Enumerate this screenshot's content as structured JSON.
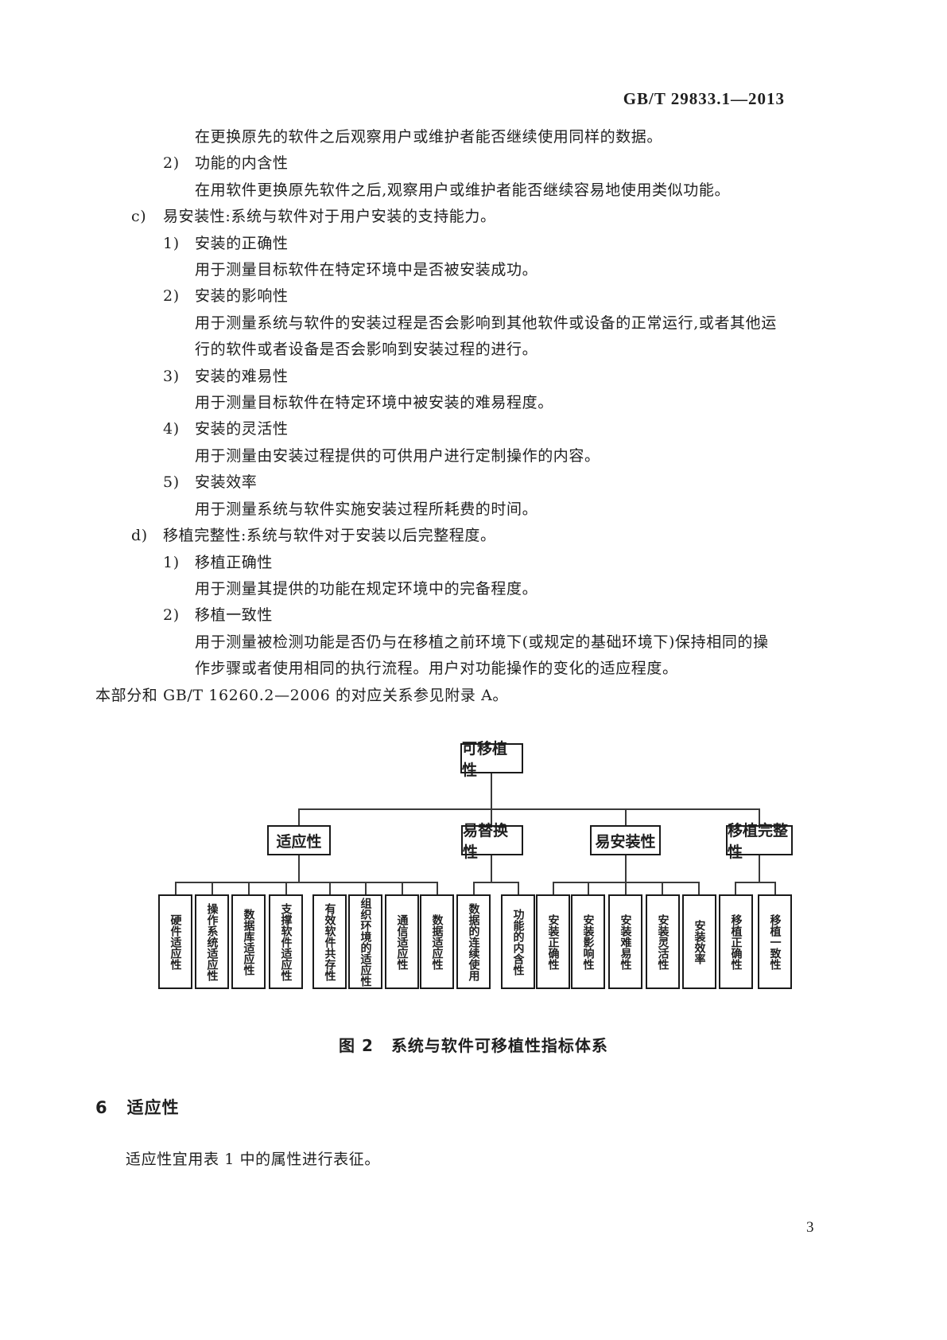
{
  "header": {
    "standard_number": "GB/T 29833.1—2013"
  },
  "body": {
    "lines": [
      {
        "marker": "",
        "text": "在更换原先的软件之后观察用户或维护者能否继续使用同样的数据。"
      },
      {
        "marker": "2)",
        "text": "功能的内含性"
      },
      {
        "marker": "",
        "text": "在用软件更换原先软件之后,观察用户或维护者能否继续容易地使用类似功能。"
      },
      {
        "marker": "c)",
        "text": "易安装性:系统与软件对于用户安装的支持能力。"
      },
      {
        "marker": "1)",
        "text": "安装的正确性"
      },
      {
        "marker": "",
        "text": "用于测量目标软件在特定环境中是否被安装成功。"
      },
      {
        "marker": "2)",
        "text": "安装的影响性"
      },
      {
        "marker": "",
        "text": "用于测量系统与软件的安装过程是否会影响到其他软件或设备的正常运行,或者其他运"
      },
      {
        "marker": "",
        "text": "行的软件或者设备是否会影响到安装过程的进行。"
      },
      {
        "marker": "3)",
        "text": "安装的难易性"
      },
      {
        "marker": "",
        "text": "用于测量目标软件在特定环境中被安装的难易程度。"
      },
      {
        "marker": "4)",
        "text": "安装的灵活性"
      },
      {
        "marker": "",
        "text": "用于测量由安装过程提供的可供用户进行定制操作的内容。"
      },
      {
        "marker": "5)",
        "text": "安装效率"
      },
      {
        "marker": "",
        "text": "用于测量系统与软件实施安装过程所耗费的时间。"
      },
      {
        "marker": "d)",
        "text": "移植完整性:系统与软件对于安装以后完整程度。"
      },
      {
        "marker": "1)",
        "text": "移植正确性"
      },
      {
        "marker": "",
        "text": "用于测量其提供的功能在规定环境中的完备程度。"
      },
      {
        "marker": "2)",
        "text": "移植一致性"
      },
      {
        "marker": "",
        "text": "用于测量被检测功能是否仍与在移植之前环境下(或规定的基础环境下)保持相同的操"
      },
      {
        "marker": "",
        "text": "作步骤或者使用相同的执行流程。用户对功能操作的变化的适应程度。"
      },
      {
        "marker": "",
        "text": "本部分和 GB/T 16260.2—2006 的对应关系参见附录 A。"
      }
    ]
  },
  "diagram": {
    "root": {
      "label": "可移植性"
    },
    "groups": [
      {
        "label": "适应性",
        "children": [
          "硬件适应性",
          "操作系统适应性",
          "数据库适应性",
          "支撑软件适应性",
          "有效软件共存性",
          "组织环境的适应性",
          "通信适应性",
          "数据适应性"
        ]
      },
      {
        "label": "易替换性",
        "children": [
          "数据的连续使用",
          "功能的内含性"
        ]
      },
      {
        "label": "易安装性",
        "children": [
          "安装正确性",
          "安装影响性",
          "安装难易性",
          "安装灵活性",
          "安装效率"
        ]
      },
      {
        "label": "移植完整性",
        "children": [
          "移植正确性",
          "移植一致性"
        ]
      }
    ],
    "line_color": "#3a3a3a"
  },
  "caption": {
    "figure": "图 2",
    "title": "系统与软件可移植性指标体系"
  },
  "section": {
    "number": "6",
    "title": "适应性"
  },
  "closing_paragraph": "适应性宜用表 1 中的属性进行表征。",
  "footer": {
    "page_number": "3"
  }
}
